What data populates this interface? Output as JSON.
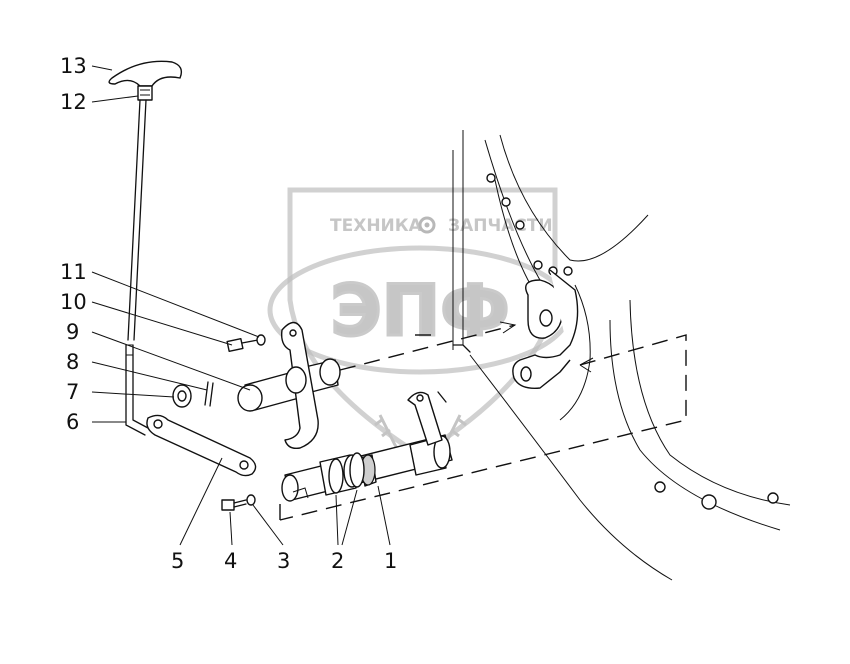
{
  "diagram": {
    "callouts": [
      "13",
      "12",
      "11",
      "10",
      "9",
      "8",
      "7",
      "6",
      "5",
      "4",
      "3",
      "2",
      "1"
    ]
  },
  "watermark": {
    "top_text_left": "ТЕХНИКА",
    "top_text_right": "ЗАПЧАСТИ",
    "big_text": "ЭПФ"
  },
  "colors": {
    "line": "#111111",
    "watermark": "#bdbdbd"
  }
}
